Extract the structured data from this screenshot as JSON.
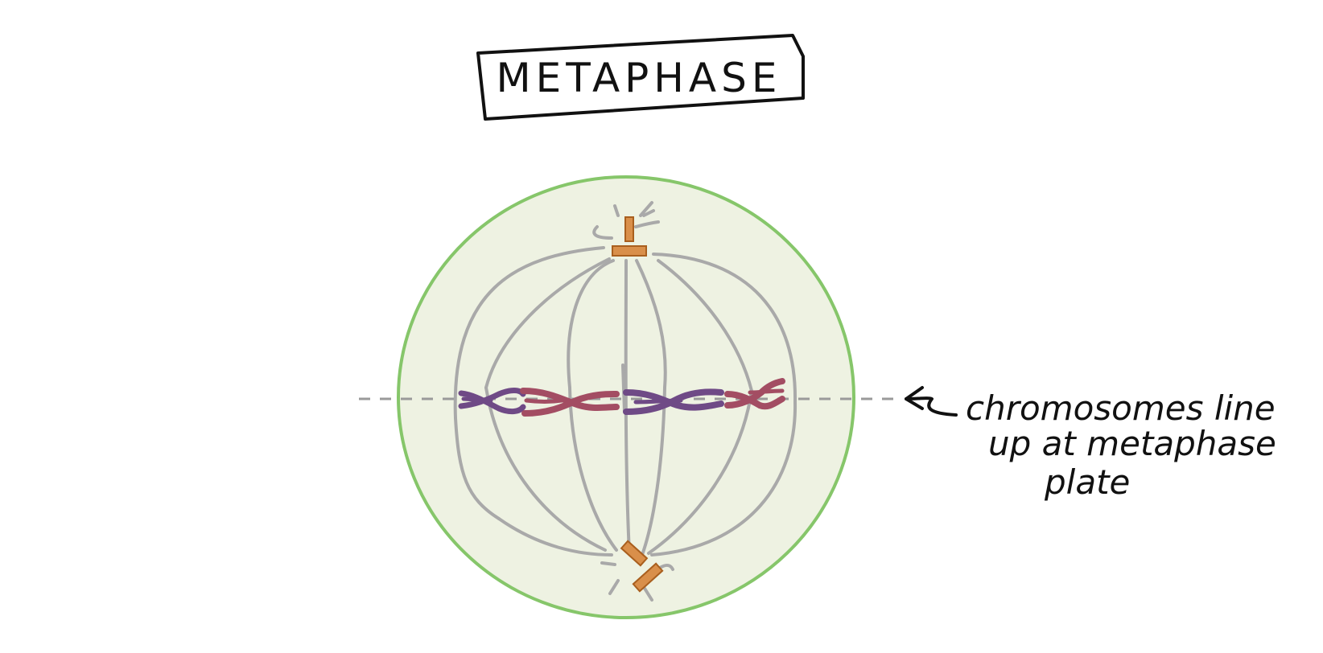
{
  "title": "METAPHASE",
  "annotation": {
    "lines": [
      "chromosomes line",
      "up at metaphase",
      "plate"
    ]
  },
  "colors": {
    "cell_fill": "#EEF2E2",
    "cell_outline": "#86C66A",
    "spindle": "#A9A9A9",
    "plate_line": "#9A9A9A",
    "centrosome_fill": "#D98F4A",
    "centrosome_stroke": "#A95F1E",
    "chromosome_purple": "#6F4A86",
    "chromosome_red": "#A34D63",
    "ink": "#111111"
  },
  "icons": {
    "centrosome": "centrosome-icon",
    "chromosome": "chromosome-icon",
    "arrow": "arrow-left-icon"
  }
}
